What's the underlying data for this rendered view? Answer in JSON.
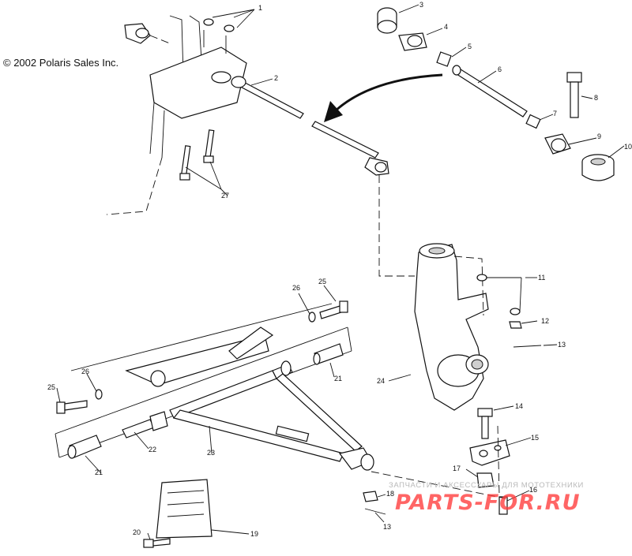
{
  "copyright": "© 2002 Polaris Sales Inc.",
  "callouts": [
    "1",
    "2",
    "3",
    "4",
    "5",
    "6",
    "7",
    "8",
    "9",
    "10",
    "11",
    "12",
    "13",
    "14",
    "15",
    "16",
    "17",
    "18",
    "13",
    "19",
    "20",
    "21",
    "21",
    "22",
    "23",
    "24",
    "25",
    "26",
    "25",
    "26",
    "27"
  ],
  "watermark": {
    "line1": "ЗАПЧАСТИ И АКСЕССУАРЫ ДЛЯ МОТОТЕХНИКИ",
    "line2": "PARTS-FOR.RU"
  }
}
